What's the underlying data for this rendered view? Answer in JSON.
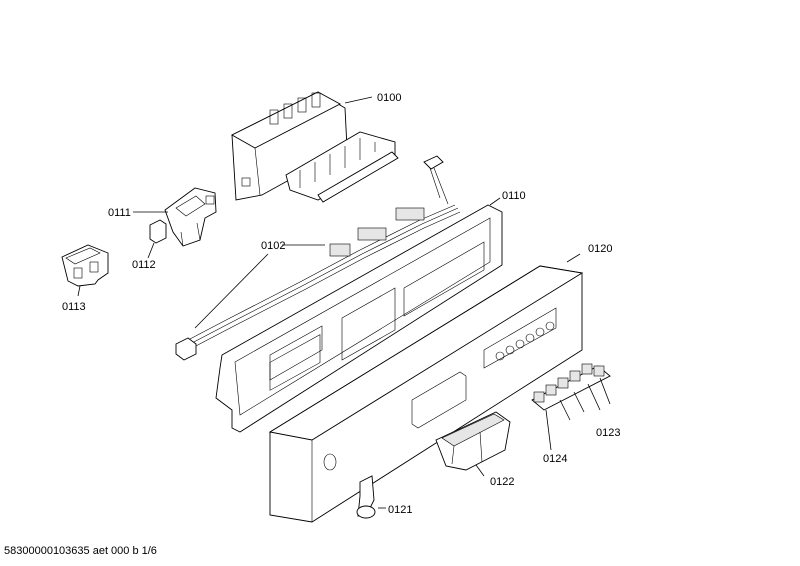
{
  "parts": [
    {
      "id": "p0100",
      "label": "0100"
    },
    {
      "id": "p0110",
      "label": "0110"
    },
    {
      "id": "p0111",
      "label": "0111"
    },
    {
      "id": "p0112",
      "label": "0112"
    },
    {
      "id": "p0113",
      "label": "0113"
    },
    {
      "id": "p0102",
      "label": "0102"
    },
    {
      "id": "p0120",
      "label": "0120"
    },
    {
      "id": "p0121",
      "label": "0121"
    },
    {
      "id": "p0122",
      "label": "0122"
    },
    {
      "id": "p0123",
      "label": "0123"
    },
    {
      "id": "p0124",
      "label": "0124"
    }
  ],
  "footer": "58300000103635 aet 000 b 1/6"
}
